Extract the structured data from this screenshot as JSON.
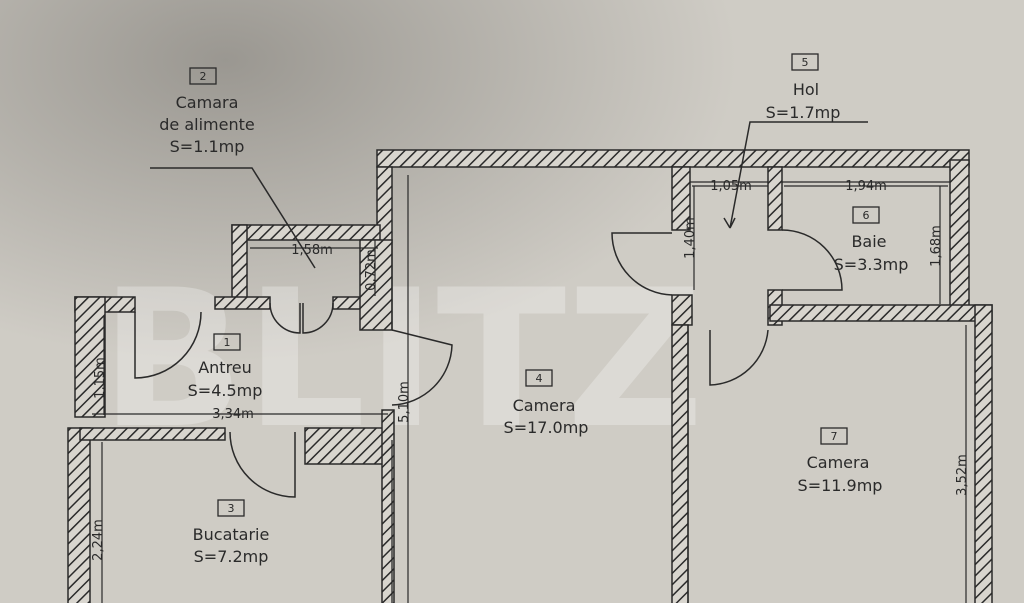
{
  "watermark": "BLITZ",
  "rooms": [
    {
      "id": "1",
      "name": "Antreu",
      "area": "S=4.5mp"
    },
    {
      "id": "2",
      "name_line1": "Camara",
      "name_line2": "de alimente",
      "area": "S=1.1mp"
    },
    {
      "id": "3",
      "name": "Bucatarie",
      "area": "S=7.2mp"
    },
    {
      "id": "4",
      "name": "Camera",
      "area": "S=17.0mp"
    },
    {
      "id": "5",
      "name": "Hol",
      "area": "S=1.7mp"
    },
    {
      "id": "6",
      "name": "Baie",
      "area": "S=3.3mp"
    },
    {
      "id": "7",
      "name": "Camera",
      "area": "S=11.9mp"
    }
  ],
  "dimensions": {
    "d158": "1,58m",
    "d072": "0,72m",
    "d115": "1,15m",
    "d334": "3,34m",
    "d224": "2,24m",
    "d510": "5,10m",
    "d105": "1,05m",
    "d194": "1,94m",
    "d140": "1,40m",
    "d168": "1,68m",
    "d352": "3,52m"
  },
  "colors": {
    "paper": "#cfccc5",
    "ink": "#2a2a2a"
  }
}
